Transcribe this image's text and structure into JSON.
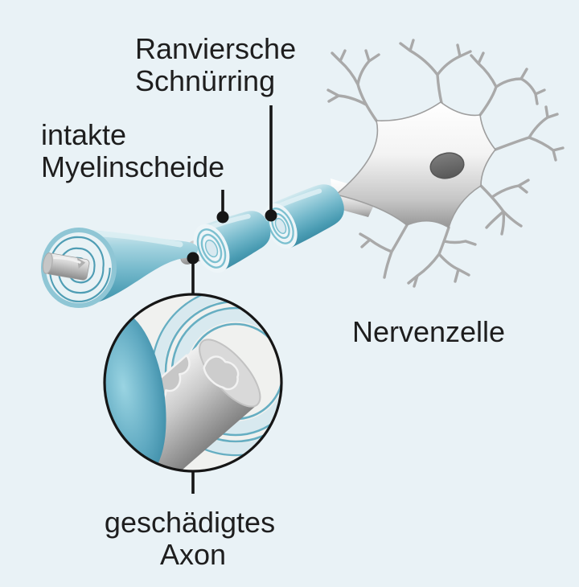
{
  "figure": {
    "type": "biology-diagram",
    "subject": "nerve cell with myelin sheath and damaged axon detail",
    "labels": {
      "ranvier_node": {
        "line1": "Ranviersche",
        "line2": "Schnürring"
      },
      "intact_myelin": {
        "line1": "intakte",
        "line2": "Myelinscheide"
      },
      "nerve_cell": {
        "line1": "Nervenzelle"
      },
      "damaged_axon": {
        "line1": "geschädigtes",
        "line2": "Axon"
      }
    },
    "colors": {
      "background": "#e9f2f6",
      "myelin_light": "#d8ecf1",
      "myelin_mid": "#72b7ca",
      "myelin_dark": "#3d8ea6",
      "myelin_face": "#e9f2f5",
      "spiral_line": "#4f9db4",
      "axon_gray_light": "#efefef",
      "axon_gray_dark": "#8c8c8c",
      "soma_top": "#ffffff",
      "soma_bottom": "#969696",
      "nucleus": "#6e6e6e",
      "dendrite": "#a9a9a9",
      "pointer": "#161616",
      "text": "#1e1e1e",
      "magnifier_fill": "#f0f1ef"
    }
  }
}
